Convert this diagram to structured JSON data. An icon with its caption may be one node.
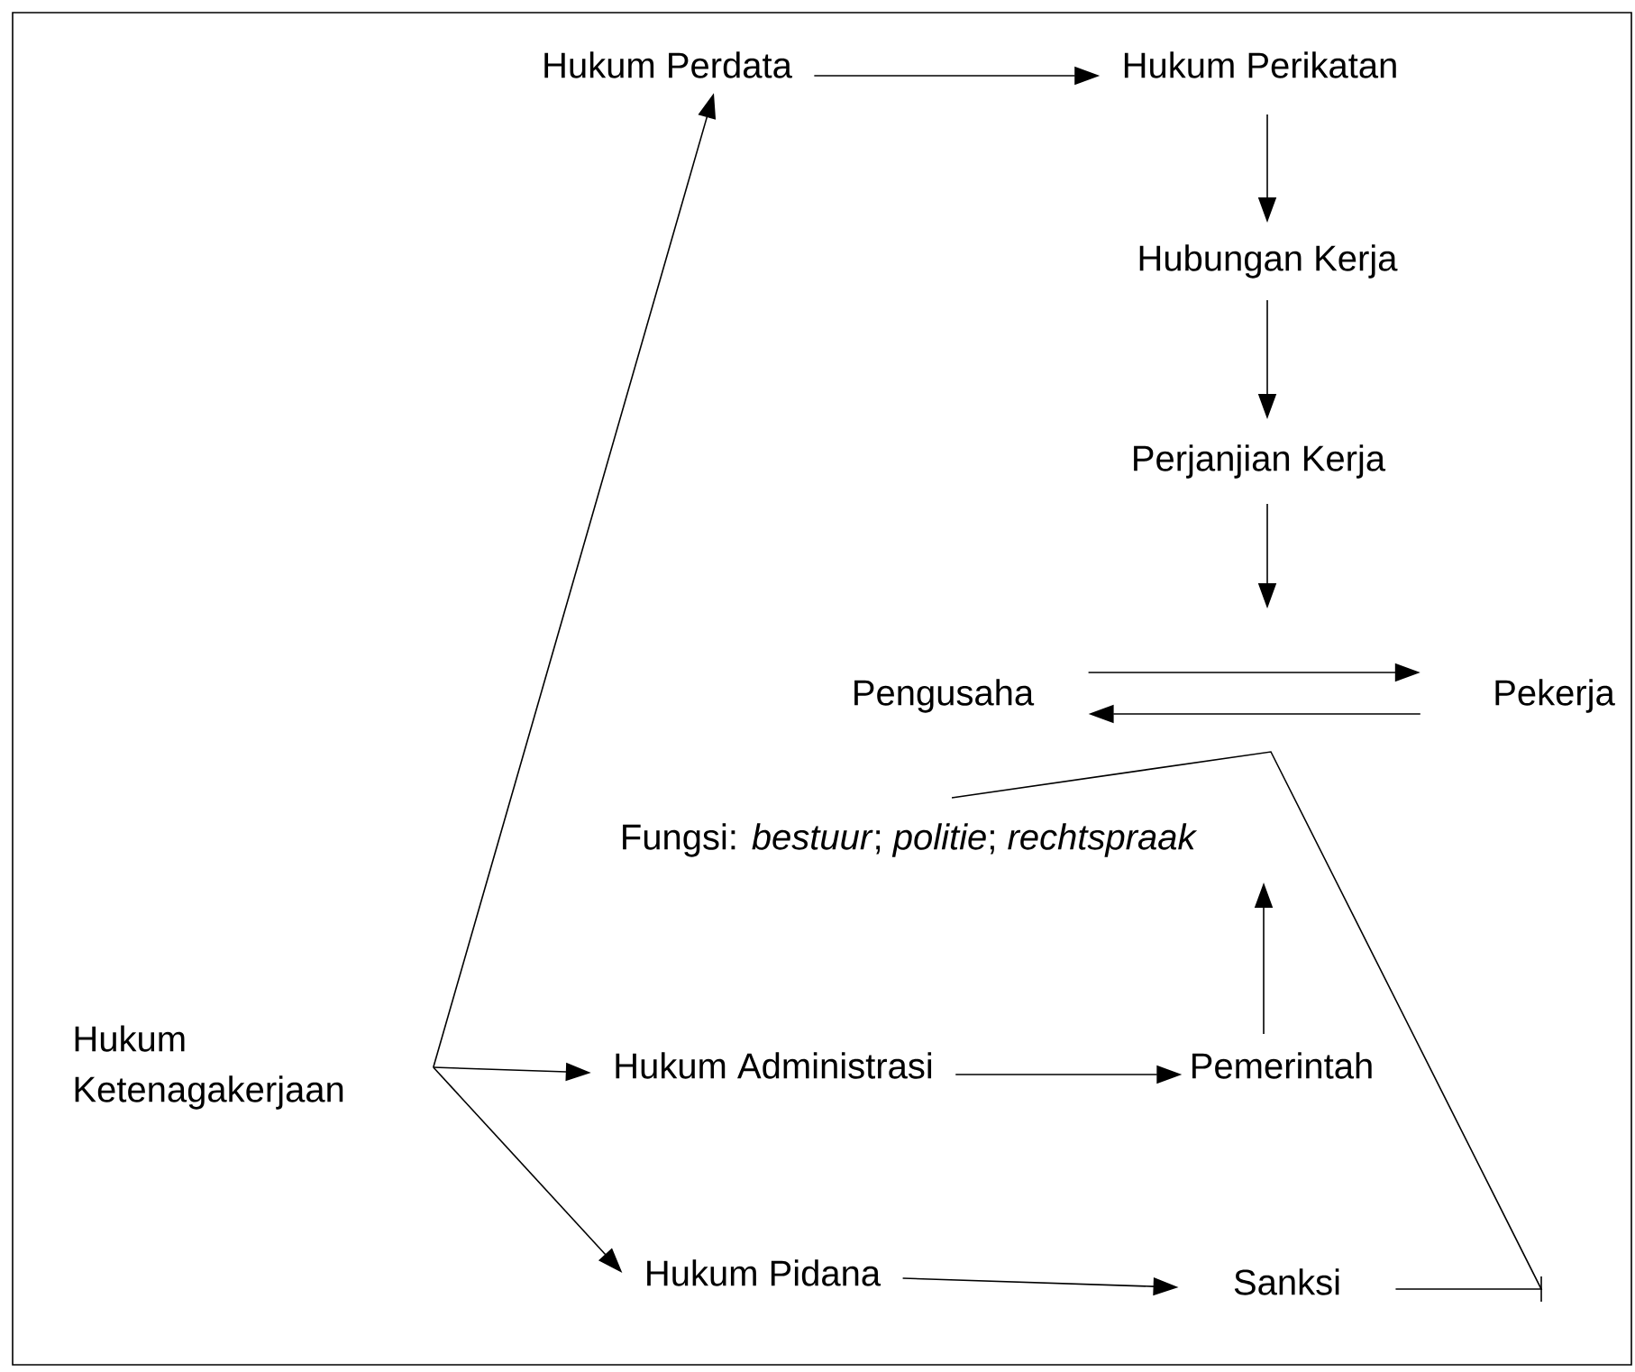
{
  "diagram": {
    "nodes": [
      {
        "text": [
          "Hukum Perdata"
        ]
      },
      {
        "text": [
          "Hukum Perikatan"
        ]
      },
      {
        "text": [
          "Hubungan Kerja"
        ]
      },
      {
        "text": [
          "Perjanjian Kerja"
        ]
      },
      {
        "text": [
          "Pengusaha"
        ]
      },
      {
        "text": [
          "Pekerja"
        ]
      },
      {
        "text": [
          "Fungsi: *bestuur*;  *politie*; *rechtspraak*"
        ]
      },
      {
        "text": [
          "Hukum Ketenagakerjaan"
        ]
      },
      {
        "text": [
          "Hukum Administrasi"
        ]
      },
      {
        "text": [
          "Pemerintah"
        ]
      },
      {
        "text": [
          "Hukum Pidana"
        ]
      },
      {
        "text": [
          "Sanksi"
        ]
      }
    ],
    "edges": [
      {
        "from": 0,
        "to": 1,
        "arrow": "to"
      },
      {
        "from": 1,
        "to": 2,
        "arrow": "to"
      },
      {
        "from": 2,
        "to": 3,
        "arrow": "to"
      },
      {
        "from": 3,
        "to": null,
        "arrow": "to"
      },
      {
        "from": 4,
        "to": 5,
        "arrow": "to"
      },
      {
        "from": 5,
        "to": 4,
        "arrow": "to"
      },
      {
        "from": 7,
        "to": 0,
        "arrow": "to"
      },
      {
        "from": 7,
        "to": 8,
        "arrow": "to"
      },
      {
        "from": 7,
        "to": 10,
        "arrow": "to"
      },
      {
        "from": 8,
        "to": 9,
        "arrow": "to"
      },
      {
        "from": 9,
        "to": 6,
        "arrow": "to"
      },
      {
        "from": 10,
        "to": 11,
        "arrow": "to"
      },
      {
        "from": 11,
        "to": 6,
        "arrow": "none"
      }
    ]
  }
}
